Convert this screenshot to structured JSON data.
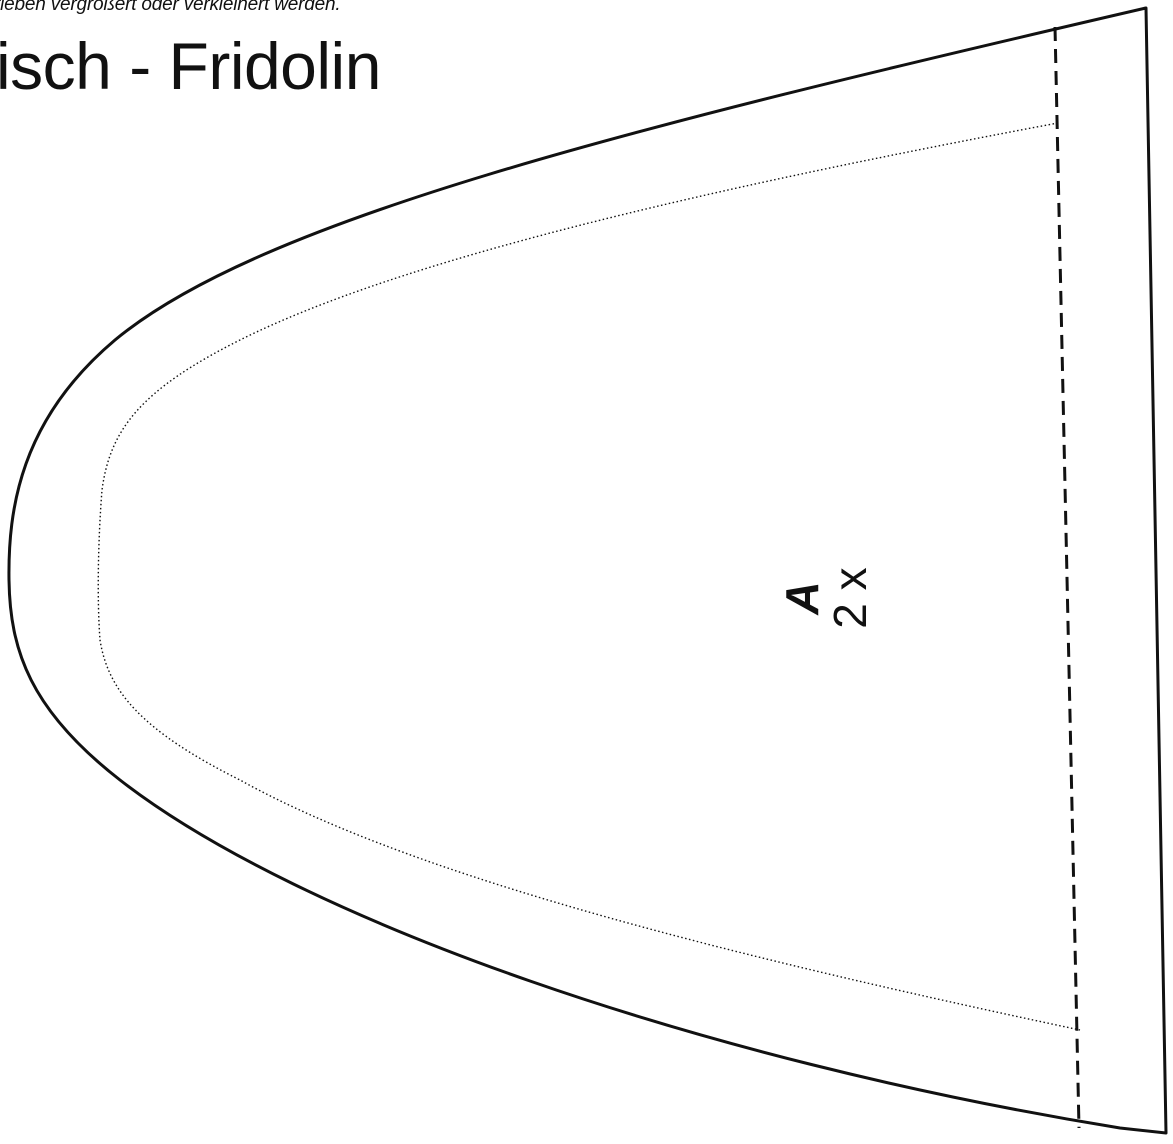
{
  "header": {
    "note": "rieben vergrößert oder verkleinert werden.",
    "title": "isch - Fridolin"
  },
  "piece": {
    "letter": "A",
    "count": "2 x"
  },
  "colors": {
    "line": "#111111",
    "background": "#ffffff"
  }
}
